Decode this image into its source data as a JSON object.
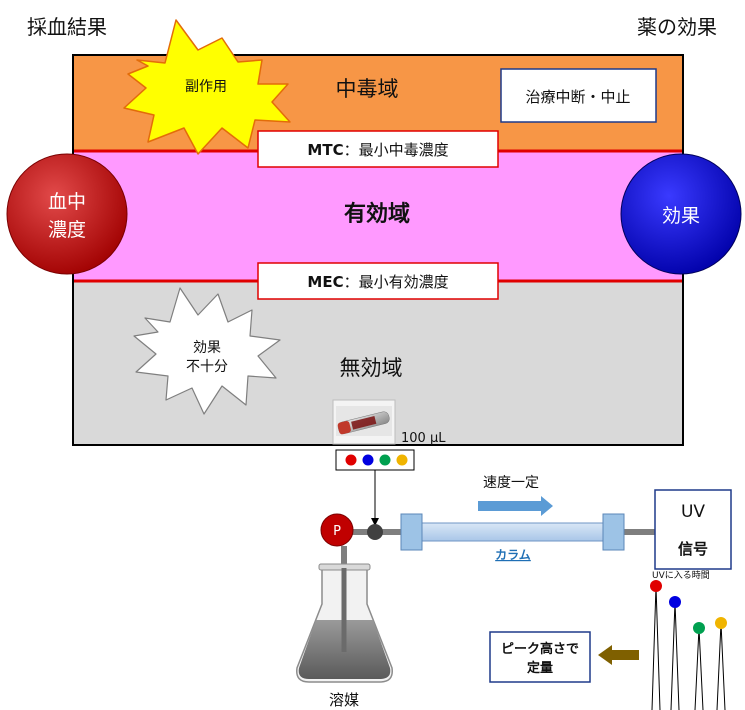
{
  "header": {
    "left": "採血結果",
    "right": "薬の効果"
  },
  "zones": {
    "toxic": "中毒域",
    "effective": "有効域",
    "ineffective": "無効域"
  },
  "thresholds": {
    "mtc_abbr": "MTC",
    "mtc_text": "：最小中毒濃度",
    "mec_abbr": "MEC",
    "mec_text": "：最小有効濃度"
  },
  "notes": {
    "toxic_action": "治療中断・中止"
  },
  "bursts": {
    "side_effect": "副作用",
    "insufficient_1": "効果",
    "insufficient_2": "不十分"
  },
  "circles": {
    "blood_1": "血中",
    "blood_2": "濃度",
    "effect": "効果"
  },
  "hplc": {
    "volume": "100 μL",
    "pump": "P",
    "speed": "速度一定",
    "column": "カラム",
    "detector_1": "UV",
    "detector_2": "信号",
    "solvent": "溶媒",
    "uv_time": "UVに入る時間",
    "quant_1": "ピーク高さで",
    "quant_2": "定量"
  },
  "colors": {
    "toxic_zone": "#f79646",
    "effective_zone": "#ff99ff",
    "ineffective_zone": "#d9d9d9",
    "threshold_line": "#e00000",
    "blood_circle": "#c00000",
    "effect_circle": "#0000c8",
    "burst_yellow": "#ffff00",
    "column": "#b9d3ee",
    "arrow_blue": "#5b9bd5",
    "arrow_brown": "#7f6000",
    "dot_red": "#e00000",
    "dot_blue": "#0000e0",
    "dot_green": "#00a050",
    "dot_yellow": "#f0b400"
  }
}
